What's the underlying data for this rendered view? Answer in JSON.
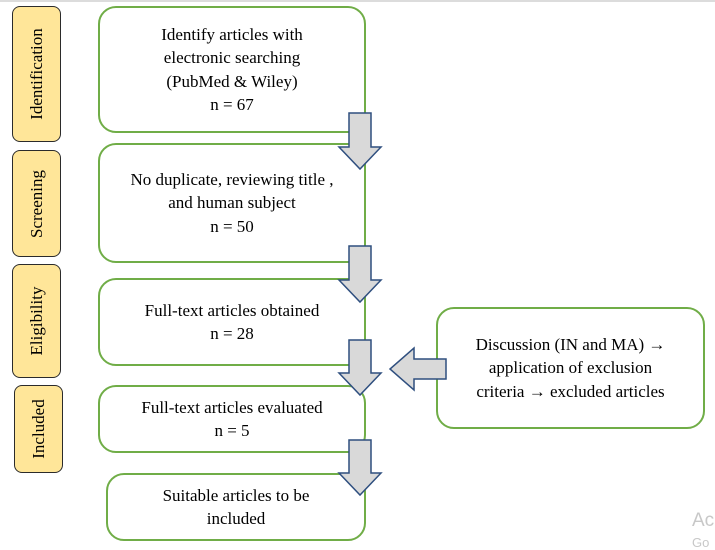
{
  "stages": {
    "identification": "Identification",
    "screening": "Screening",
    "eligibility": "Eligibility",
    "included": "Included"
  },
  "boxes": {
    "identify": [
      "Identify articles with",
      "electronic searching",
      "(PubMed & Wiley)",
      "n = 67"
    ],
    "screen": [
      "No duplicate, reviewing title ,",
      "and human subject",
      "n = 50"
    ],
    "obtained": [
      "Full-text articles obtained",
      "n = 28"
    ],
    "evaluated": [
      "Full-text articles evaluated",
      "n = 5"
    ],
    "suitable": [
      "Suitable articles to be",
      "included"
    ],
    "discussion": [
      "Discussion (IN and MA) →",
      "application of exclusion",
      "criteria → excluded articles"
    ]
  },
  "watermark": {
    "line1": "Ac",
    "line2": "Go"
  },
  "colors": {
    "stage_fill": "#ffe699",
    "box_border": "#70ad47",
    "arrow_fill": "#d9d9d9",
    "arrow_stroke": "#2f4f7f"
  }
}
